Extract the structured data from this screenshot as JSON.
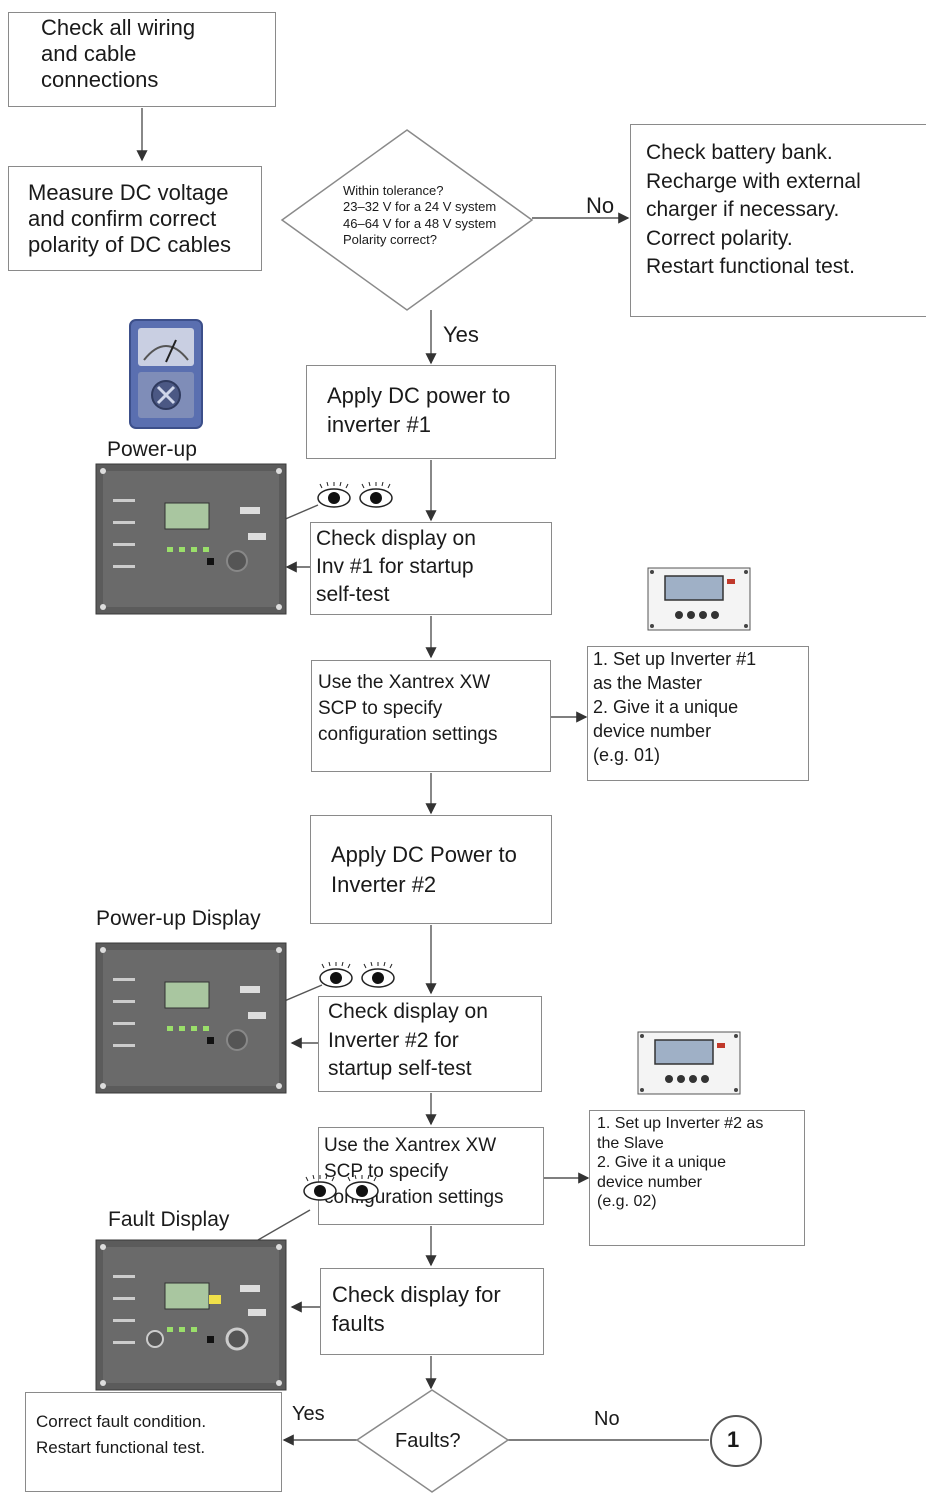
{
  "flow": {
    "check_wiring": "Check all wiring\nand cable\nconnections",
    "measure_dc": "Measure DC voltage\nand confirm correct\npolarity of DC cables",
    "tolerance_q": "Within tolerance?\n23–32 V for a 24 V system\n46–64 V for a 48 V system\nPolarity correct?",
    "no_label_1": "No",
    "battery_action": "Check battery bank.\nRecharge with external\ncharger if necessary.\nCorrect polarity.\nRestart functional test.",
    "yes_label_1": "Yes",
    "apply_dc_1": "Apply DC power to\ninverter #1",
    "power_up_label": "Power-up",
    "check_display_1": "Check display on\nInv #1 for startup\nself-test",
    "scp_config_1": "Use the Xantrex XW\nSCP to specify\nconfiguration settings",
    "master_setup": "1. Set up Inverter #1\nas the Master\n2. Give it a unique\ndevice number\n(e.g. 01)",
    "apply_dc_2": "Apply DC Power to\nInverter #2",
    "power_up_display_label": "Power-up Display",
    "check_display_2": "Check display on\nInverter #2 for\nstartup self-test",
    "scp_config_2": "Use the Xantrex XW\nSCP to specify\nconfiguration settings",
    "slave_setup": "1. Set up Inverter #2 as\nthe Slave\n2. Give it a unique\ndevice number\n(e.g. 02)",
    "fault_display_label": "Fault Display",
    "check_faults": "Check display for\nfaults",
    "faults_q": "Faults?",
    "yes_label_2": "Yes",
    "no_label_2": "No",
    "correct_fault": "Correct fault condition.\nRestart functional test.",
    "connector": "1"
  },
  "icons": [
    "multimeter-icon",
    "inverter-panel-icon",
    "scp-panel-icon",
    "eyes-icon"
  ]
}
